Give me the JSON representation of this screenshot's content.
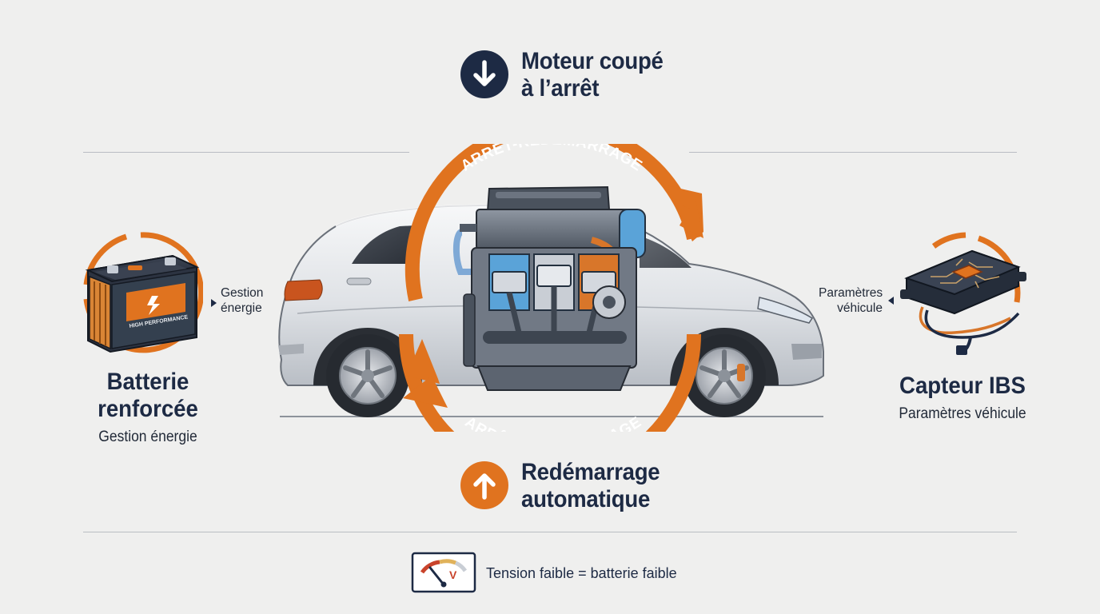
{
  "top_status": {
    "line1": "Moteur coupé",
    "line2": "à l’arrêt",
    "icon": "arrow-down-icon"
  },
  "bottom_status": {
    "line1": "Redémarrage",
    "line2": "automatique",
    "icon": "arrow-up-icon"
  },
  "cycle": {
    "top_label": "ARRÊT-REDÉMARRAGE",
    "bottom_label": "ARRÊT-REDÉMARRAGE"
  },
  "battery": {
    "title_line1": "Batterie",
    "title_line2": "renforcée",
    "subtitle": "Gestion énergie",
    "pointer_line1": "Gestion",
    "pointer_line2": "énergie",
    "sticker": "HIGH PERFORMANCE",
    "icon": "car-battery-icon"
  },
  "sensor": {
    "title": "Capteur IBS",
    "subtitle": "Paramètres véhicule",
    "pointer_line1": "Paramètres",
    "pointer_line2": "véhicule",
    "icon": "ibs-sensor-icon"
  },
  "legend": {
    "text": "Tension faible = batterie faible",
    "gauge_unit": "V",
    "icon": "voltage-gauge-icon"
  },
  "colors": {
    "navy": "#1d2a44",
    "orange": "#e0731f",
    "background": "#efefee"
  }
}
